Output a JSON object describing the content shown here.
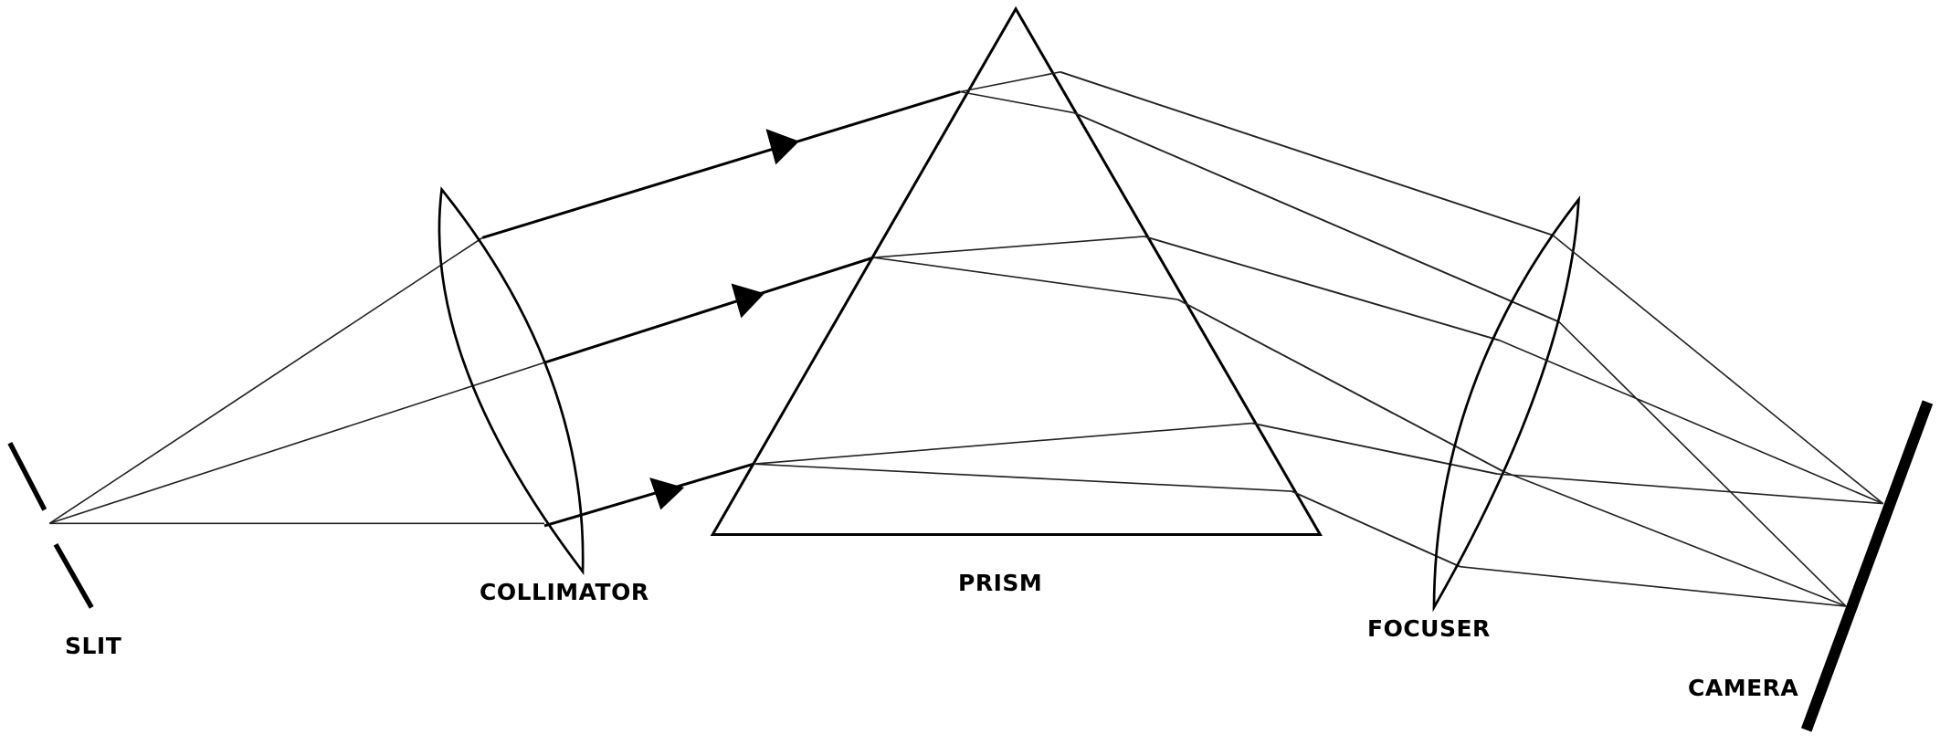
{
  "labels": {
    "slit": "SLIT",
    "collimator": "COLLIMATOR",
    "prism": "PRISM",
    "focuser": "FOCUSER",
    "camera": "CAMERA"
  },
  "colors": {
    "background": "#ffffff",
    "line": "#000000",
    "ray": "#222222"
  }
}
